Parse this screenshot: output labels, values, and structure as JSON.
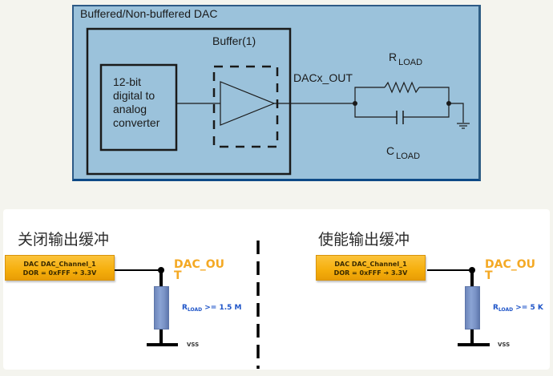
{
  "top_diagram": {
    "title": "Buffered/Non-buffered DAC",
    "buffer_label": "Buffer(1)",
    "dac_block": {
      "lines": [
        "12-bit",
        "digital to",
        "analog",
        "converter"
      ]
    },
    "output_label": "DACx_OUT",
    "resistor_label": {
      "main": "R",
      "sub": "LOAD"
    },
    "capacitor_label": {
      "main": "C",
      "sub": "LOAD"
    },
    "colors": {
      "background": "#9bc2db",
      "border": "#0e4a86",
      "lines": "#1a1a1a"
    }
  },
  "bottom_panel": {
    "left": {
      "title": "关闭输出缓冲",
      "dac_box": {
        "line1": "DAC DAC_Channel_1",
        "line2": "DOR = 0xFFF ➔ 3.3V"
      },
      "out_label_line1": "DAC_OU",
      "out_label_line2": "T",
      "rload": {
        "main": "R",
        "sub": "LOAD",
        "value": " >= 1.5 M"
      },
      "vss": "VSS"
    },
    "right": {
      "title": "使能输出缓冲",
      "dac_box": {
        "line1": "DAC DAC_Channel_1",
        "line2": "DOR = 0xFFF ➔ 3.3V"
      },
      "out_label_line1": "DAC_OU",
      "out_label_line2": "T",
      "rload": {
        "main": "R",
        "sub": "LOAD",
        "value": " >= 5 K"
      },
      "vss": "VSS"
    },
    "colors": {
      "dac_box": "#f5ae0c",
      "out_label": "#f4a924",
      "rload_text": "#1f55c8",
      "resistor": "#7b94c7"
    }
  }
}
